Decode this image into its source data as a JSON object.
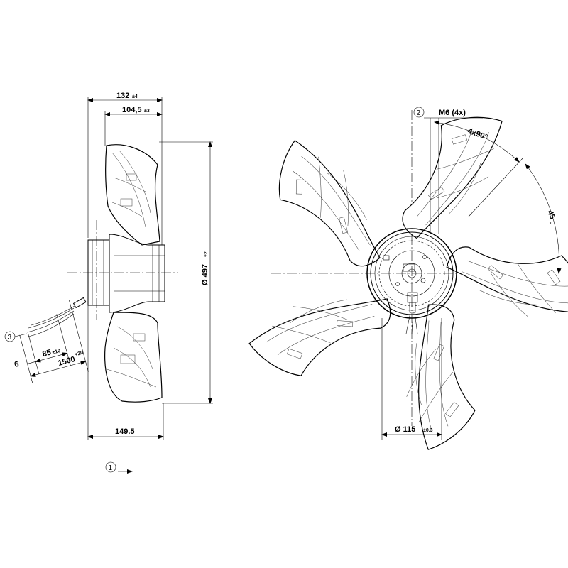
{
  "side_view": {
    "dim_overall_depth": {
      "value": "132",
      "tol": "±4"
    },
    "dim_depth_b": {
      "value": "104,5",
      "tol": "±3"
    },
    "dim_diameter": {
      "value": "Ø 497",
      "tol": "±2"
    },
    "dim_bottom": {
      "value": "149.5"
    },
    "dim_cable_6": {
      "value": "6"
    },
    "dim_cable_85": {
      "value": "85",
      "tol": "±10"
    },
    "dim_cable_1500": {
      "value": "1500",
      "tol": "+20"
    },
    "callout_3": "3",
    "callout_1": "1"
  },
  "front_view": {
    "callout_2": "2",
    "thread_label": "M6 (4x)",
    "angle_pattern": "4x90°",
    "angle_offset": {
      "value": "45",
      "tol": "°"
    },
    "dim_hub_diameter": {
      "value": "Ø 115",
      "tol": "±0.3"
    },
    "blade_count": 5
  }
}
